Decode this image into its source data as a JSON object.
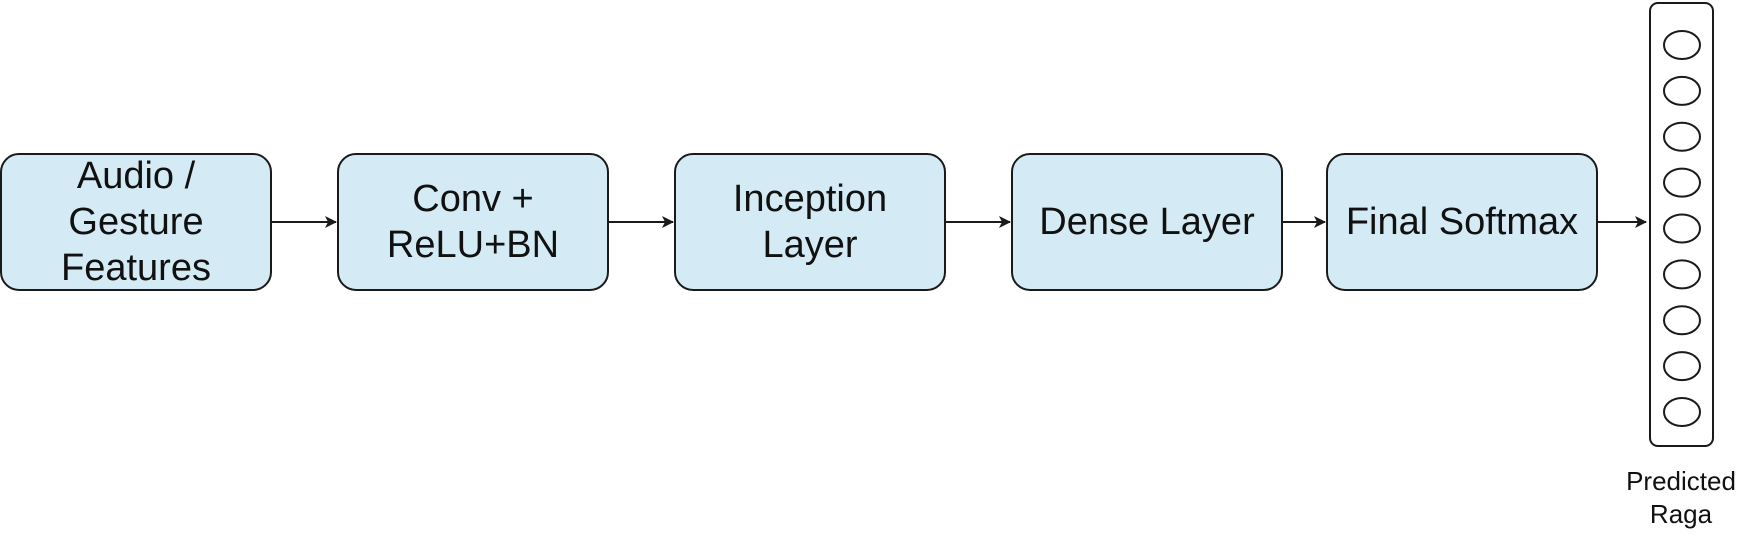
{
  "diagram": {
    "type": "pipeline-flowchart",
    "colors": {
      "block_fill": "#d4ebf5",
      "stroke": "#1a1a1a",
      "background": "#ffffff"
    },
    "blocks": [
      {
        "label": "Audio /\nGesture\nFeatures"
      },
      {
        "label": "Conv +\nReLU+BN"
      },
      {
        "label": "Inception\nLayer"
      },
      {
        "label": "Dense Layer"
      },
      {
        "label": "Final Softmax"
      }
    ],
    "output": {
      "label": "Predicted\nRaga",
      "node_count": 9
    }
  }
}
